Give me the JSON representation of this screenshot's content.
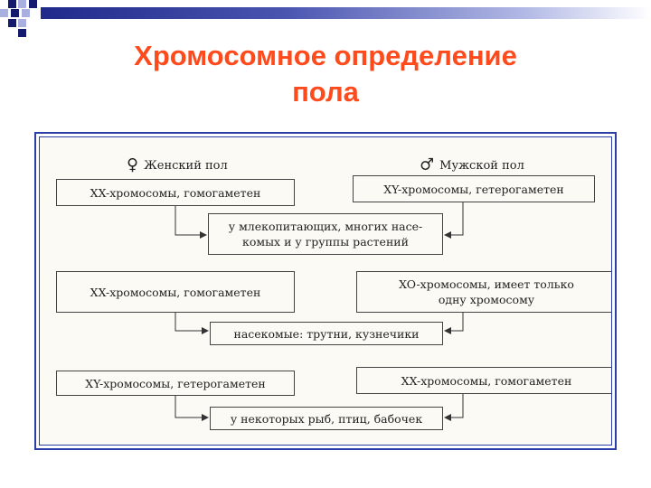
{
  "slide": {
    "title_line1": "Хромосомное определение",
    "title_line2": "пола"
  },
  "diagram": {
    "female_symbol": "♀",
    "female_label": "Женский пол",
    "male_symbol": "♂",
    "male_label": "Мужской пол",
    "row1": {
      "female": "XX-хромосомы, гомогаметен",
      "male": "XY-хромосомы, гетерогаметен",
      "result_line1": "у млекопитающих, многих насе-",
      "result_line2": "комых и у группы растений"
    },
    "row2": {
      "female": "XX-хромосомы, гомогаметен",
      "male_line1": "XO-хромосомы, имеет только",
      "male_line2": "одну хромосому",
      "result": "насекомые: трутни, кузнечики"
    },
    "row3": {
      "female": "XY-хромосомы, гетерогаметен",
      "male": "XX-хромосомы, гомогаметен",
      "result": "у некоторых рыб, птиц, бабочек"
    }
  },
  "colors": {
    "title": "#ff4a1c",
    "frame": "#2b3ea8",
    "accent_dark": "#141a6e"
  }
}
